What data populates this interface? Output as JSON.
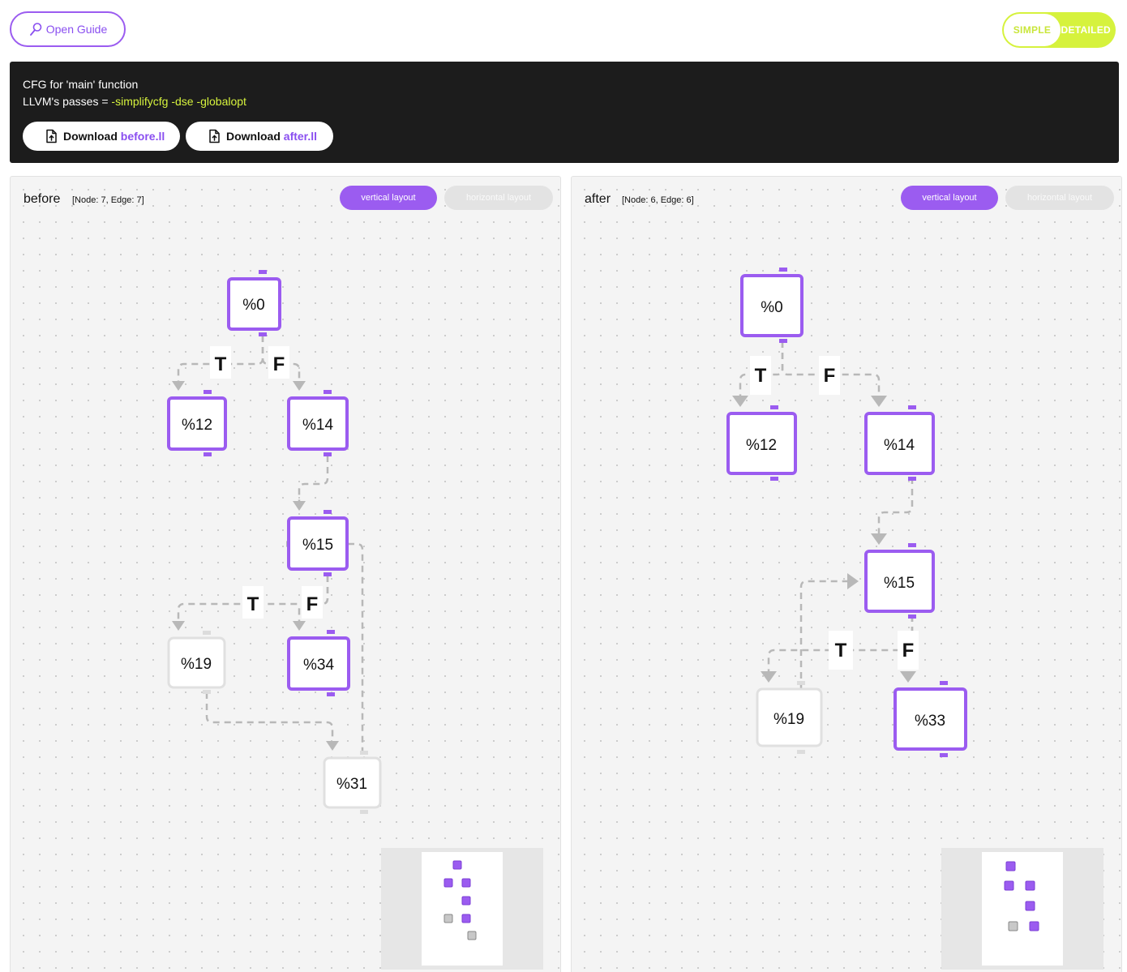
{
  "toolbar": {
    "guide_label": "Open Guide",
    "mode_simple": "SIMPLE",
    "mode_detailed": "DETAILED"
  },
  "banner": {
    "title": "CFG for 'main' function",
    "passes_prefix": "LLVM's passes = ",
    "passes_flags": "-simplifycfg -dse -globalopt",
    "download_prefix": "Download ",
    "download_before_file": "before.ll",
    "download_after_file": "after.ll"
  },
  "colors": {
    "accent": "#9b5cf0",
    "lime": "#d6f23d",
    "banner_bg": "#1c1c1c",
    "edge": "#b8b8b8",
    "muted_node": "#e0e0e0"
  },
  "panels": {
    "before": {
      "name": "before",
      "stats": "[Node: 7, Edge: 7]",
      "vertical_label": "vertical layout",
      "horizontal_label": "horizontal layout",
      "nodes": [
        "%0",
        "%12",
        "%14",
        "%15",
        "%19",
        "%34",
        "%31"
      ],
      "edge_labels": [
        "T",
        "F",
        "T",
        "F"
      ]
    },
    "after": {
      "name": "after",
      "stats": "[Node: 6, Edge: 6]",
      "vertical_label": "vertical layout",
      "horizontal_label": "horizontal layout",
      "nodes": [
        "%0",
        "%12",
        "%14",
        "%15",
        "%19",
        "%33"
      ],
      "edge_labels": [
        "T",
        "F",
        "T",
        "F"
      ]
    }
  }
}
